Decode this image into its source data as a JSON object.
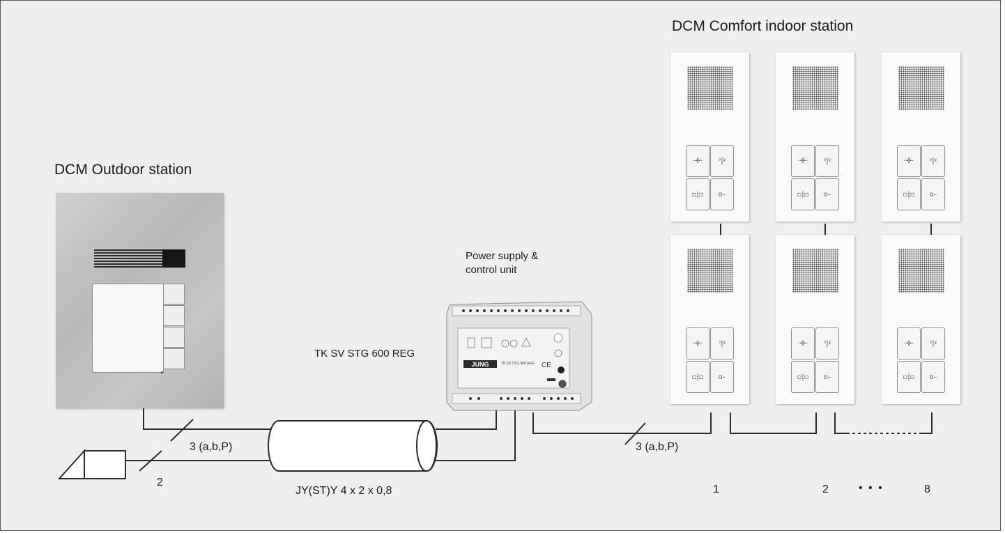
{
  "labels": {
    "indoor_title": "DCM Comfort indoor station",
    "outdoor_title": "DCM Outdoor station",
    "psu_title_line1": "Power supply &",
    "psu_title_line2": "control unit",
    "psu_model": "TK SV STG 600 REG",
    "wire_outdoor": "3 (a,b,P)",
    "wire_lock": "2",
    "cable_type": "JY(ST)Y 4 x 2 x 0,8",
    "wire_indoor": "3 (a,b,P)",
    "station_1": "1",
    "station_2": "2",
    "station_dots": "• • •",
    "station_8": "8"
  },
  "psu_device": {
    "brand": "JUNG",
    "model_text": "TK SV STG 600 REG",
    "ce_mark": "CE"
  },
  "indoor_stations": {
    "count_visible": 6,
    "button_icons": [
      "dpad-icon",
      "mute-icon",
      "intercom-icon",
      "key-icon"
    ]
  },
  "colors": {
    "background": "#efefef",
    "frame": "#5a5a5a",
    "line": "#2a2a2a"
  }
}
